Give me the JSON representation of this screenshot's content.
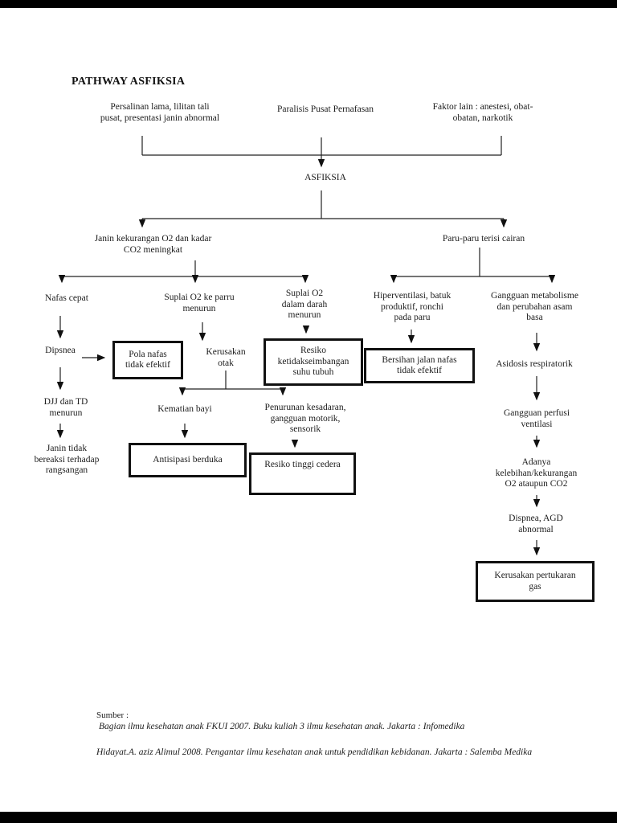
{
  "page": {
    "title": "PATHWAY ASFIKSIA",
    "source_heading": "Sumber :",
    "source_line1": "Bagian ilmu kesehatan anak FKUI 2007. Buku kuliah 3 ilmu kesehatan anak. Jakarta : Infomedika",
    "source_line2": "Hidayat.A. aziz Alimul 2008. Pengantar ilmu kesehatan anak untuk pendidikan kebidanan. Jakarta : Salemba Medika"
  },
  "nodes": {
    "causes_left": {
      "label": "Persalinan lama, lilitan tali\npusat, presentasi janin abnormal"
    },
    "causes_mid": {
      "label": "Paralisis Pusat Pernafasan"
    },
    "causes_right": {
      "label": "Faktor lain : anestesi, obat-\nobatan, narkotik"
    },
    "asfiksia": {
      "label": "ASFIKSIA"
    },
    "janin_o2": {
      "label": "Janin kekurangan O2 dan kadar\nCO2 meningkat"
    },
    "paru_cairan": {
      "label": "Paru-paru terisi cairan"
    },
    "nafas_cepat": {
      "label": "Nafas cepat"
    },
    "suplai_paru": {
      "label": "Suplai O2 ke parru\nmenurun"
    },
    "suplai_darah": {
      "label": "Suplai O2\ndalam darah\nmenurun"
    },
    "hiperventilasi": {
      "label": "Hiperventilasi, batuk\nproduktif, ronchi\npada paru"
    },
    "gangguan_met": {
      "label": "Gangguan metabolisme\ndan perubahan asam\nbasa"
    },
    "dipsnea": {
      "label": "Dipsnea"
    },
    "kerusakan_otak": {
      "label": "Kerusakan\notak"
    },
    "asidosis": {
      "label": "Asidosis respiratorik"
    },
    "djj_td": {
      "label": "DJJ dan TD\nmenurun"
    },
    "kematian_bayi": {
      "label": "Kematian bayi"
    },
    "penurunan_kesadaran": {
      "label": "Penurunan kesadaran,\ngangguan motorik,\nsensorik"
    },
    "gangguan_perfusi": {
      "label": "Gangguan perfusi\nventilasi"
    },
    "janin_tidak": {
      "label": "Janin tidak\nbereaksi terhadap\nrangsangan"
    },
    "adanya_kelebihan": {
      "label": "Adanya\nkelebihan/kekurangan\nO2 ataupun CO2"
    },
    "dispnea_agd": {
      "label": "Dispnea, AGD\nabnormal"
    }
  },
  "boxes": {
    "pola_nafas": {
      "label": "Pola nafas\ntidak efektif"
    },
    "resiko_suhu": {
      "label": "Resiko\nketidakseimbangan\nsuhu tubuh"
    },
    "bersihan_jalan": {
      "label": "Bersihan jalan nafas\ntidak efektif"
    },
    "antisipasi_berduka": {
      "label": "Antisipasi berduka"
    },
    "resiko_cedera": {
      "label": "Resiko tinggi cedera"
    },
    "kerusakan_gas": {
      "label": "Kerusakan pertukaran\ngas"
    }
  },
  "colors": {
    "page_bg": "#ffffff",
    "letterbox": "#000000",
    "line": "#1a1a1a",
    "text": "#1c1c1c"
  }
}
